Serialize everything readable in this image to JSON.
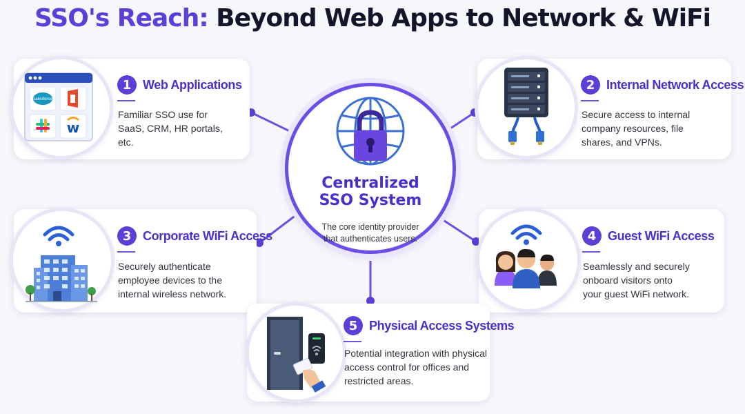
{
  "title": {
    "part1": "SSO's Reach:",
    "part2": "Beyond Web Apps to Network & WiFi"
  },
  "center": {
    "title_line1": "Centralized",
    "title_line2": "SSO System",
    "desc_line1": "The core identity provider",
    "desc_line2": "that authenticates users."
  },
  "nodes": [
    {
      "num": "1",
      "title": "Web Applications",
      "desc": [
        "Familiar SSO use for",
        "SaaS, CRM, HR portals,",
        "etc."
      ],
      "icon": "browser-apps-icon",
      "apps": [
        "salesforce",
        "office-icon",
        "slack-icon",
        "workday-icon"
      ]
    },
    {
      "num": "2",
      "title": "Internal Network Access",
      "desc": [
        "Secure access to internal",
        "company resources, file",
        "shares, and VPNs."
      ],
      "icon": "server-rack-icon"
    },
    {
      "num": "3",
      "title": "Corporate WiFi Access",
      "desc": [
        "Securely authenticate",
        "employee devices to the",
        "internal wireless network."
      ],
      "icon": "office-building-wifi-icon"
    },
    {
      "num": "4",
      "title": "Guest WiFi Access",
      "desc": [
        "Seamlessly and securely",
        "onboard visitors onto",
        "your guest WiFi network."
      ],
      "icon": "guests-wifi-icon"
    },
    {
      "num": "5",
      "title": "Physical Access Systems",
      "desc": [
        "Potential integration with physical",
        "access control for offices and",
        "restricted areas."
      ],
      "icon": "door-badge-reader-icon"
    }
  ],
  "colors": {
    "accent": "#5b3fd6",
    "title_dark": "#14142a",
    "wifi": "#2a5fd6"
  }
}
